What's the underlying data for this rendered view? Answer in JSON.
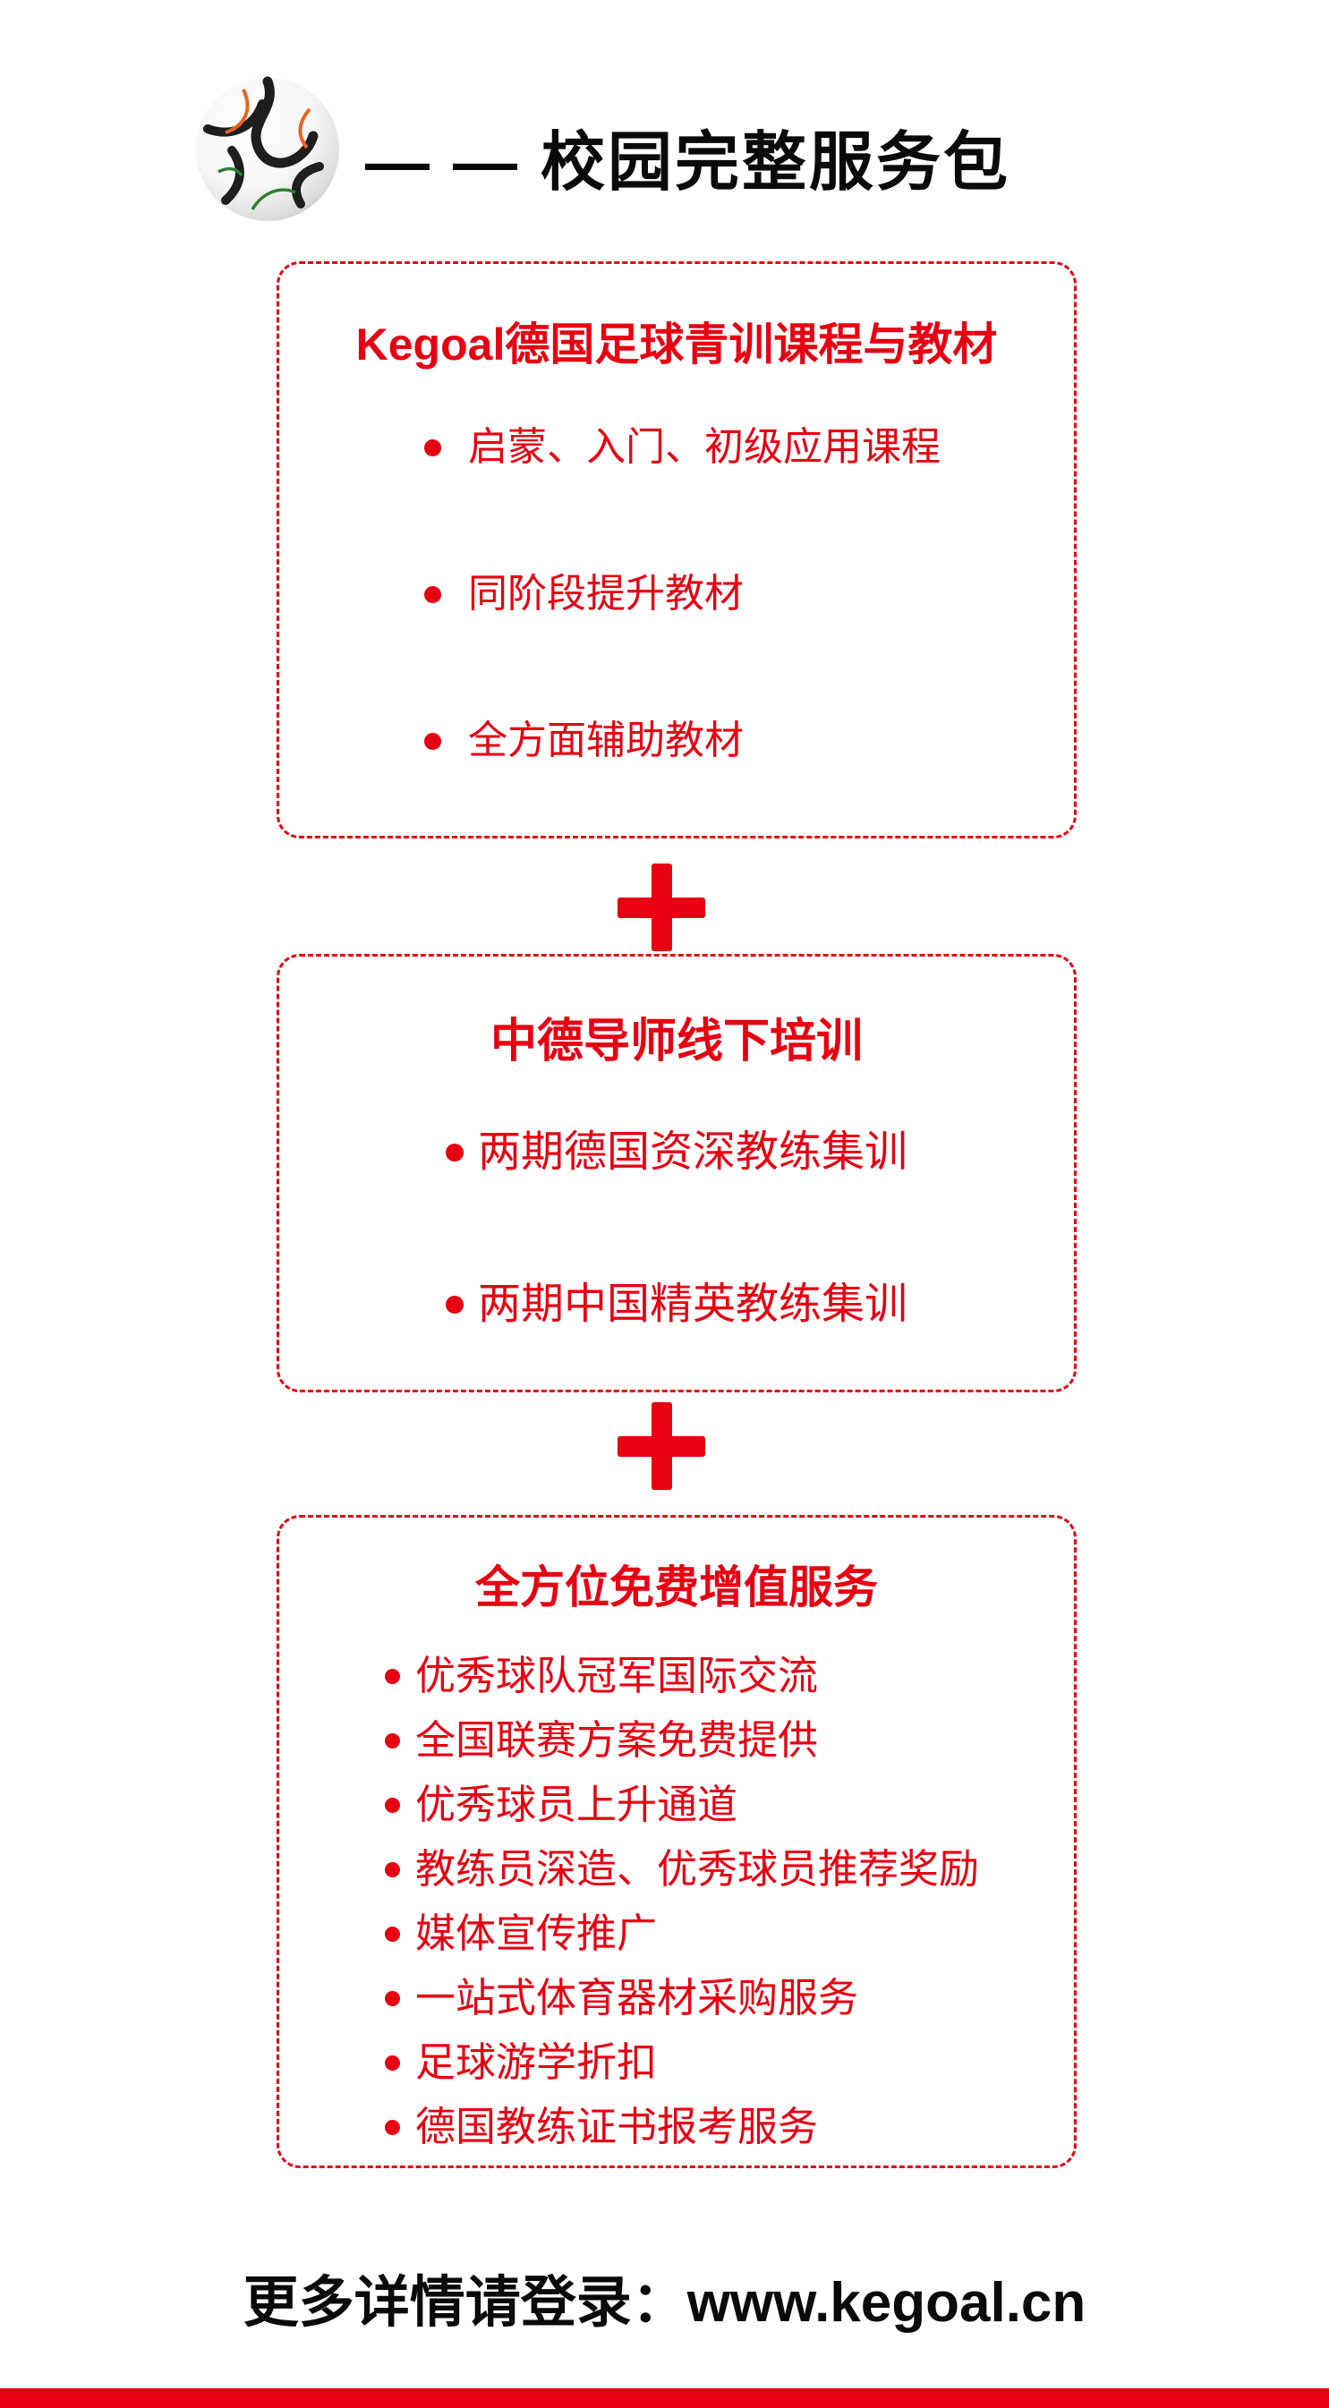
{
  "header": {
    "title": "— — 校园完整服务包",
    "logo_icon": "soccer-ball-icon"
  },
  "sections": [
    {
      "title": "Kegoal德国足球青训课程与教材",
      "items": [
        "启蒙、入门、初级应用课程",
        "同阶段提升教材",
        "全方面辅助教材"
      ]
    },
    {
      "title": "中德导师线下培训",
      "items": [
        "两期德国资深教练集训",
        "两期中国精英教练集训"
      ]
    },
    {
      "title": "全方位免费增值服务",
      "items": [
        "优秀球队冠军国际交流",
        "全国联赛方案免费提供",
        "优秀球员上升通道",
        "教练员深造、优秀球员推荐奖励",
        "媒体宣传推广",
        "一站式体育器材采购服务",
        "足球游学折扣",
        "德国教练证书报考服务"
      ]
    }
  ],
  "connectors": {
    "plus_symbol": "+"
  },
  "footer": {
    "text": "更多详情请登录：www.kegoal.cn"
  },
  "icons": {
    "logo": "soccer-ball-icon",
    "bullet": "bullet-dot-icon",
    "plus": "plus-icon"
  },
  "colors": {
    "accent_red": "#e60012",
    "text_black": "#0a0a0a",
    "background": "#ffffff"
  }
}
